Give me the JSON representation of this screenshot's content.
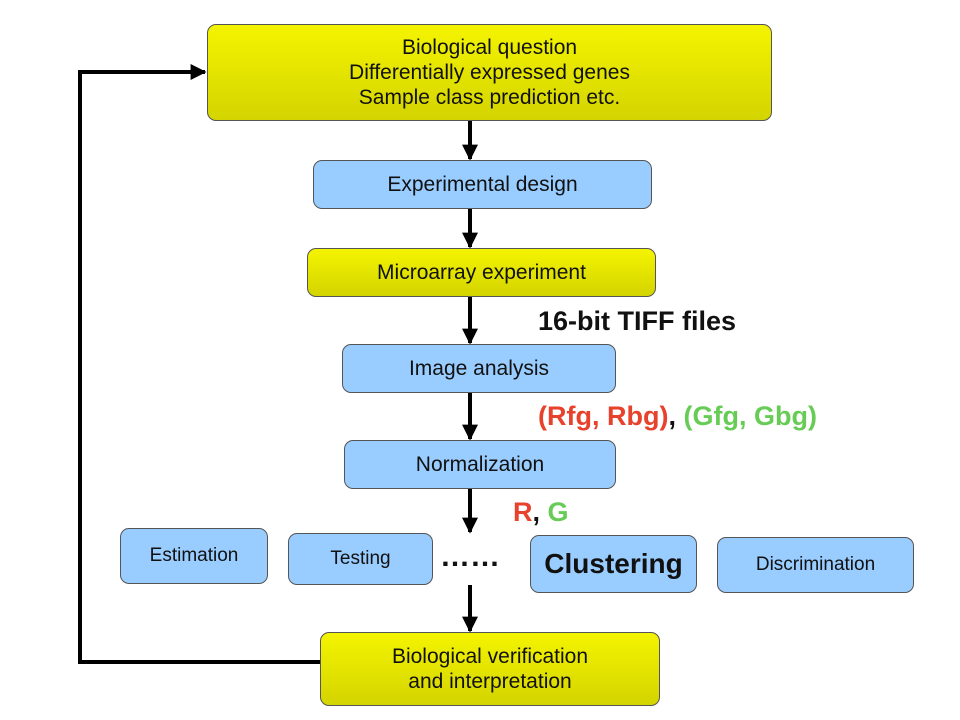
{
  "boxes": {
    "biological_question": {
      "lines": [
        "Biological question",
        "Differentially expressed genes",
        "Sample class prediction etc."
      ]
    },
    "experimental_design": {
      "label": "Experimental design"
    },
    "microarray_experiment": {
      "label": "Microarray experiment"
    },
    "image_analysis": {
      "label": "Image analysis"
    },
    "normalization": {
      "label": "Normalization"
    },
    "estimation": {
      "label": "Estimation"
    },
    "testing": {
      "label": "Testing"
    },
    "ellipsis": "……",
    "clustering": {
      "label": "Clustering"
    },
    "discrimination": {
      "label": "Discrimination"
    },
    "biological_verification": {
      "lines": [
        "Biological verification",
        "and interpretation"
      ]
    }
  },
  "annotations": {
    "tiff_files": "16-bit TIFF files",
    "red_pair": "(Rfg, Rbg)",
    "separator": ",",
    "green_pair": "(Gfg, Gbg)",
    "r_channel": "R",
    "rg_separator": ",",
    "g_channel": "G"
  },
  "colors": {
    "yellow_box": "#f0f000",
    "blue_box": "#99ccff",
    "red_text": "#e8412c",
    "green_text": "#66cc55",
    "arrow": "#000000"
  }
}
